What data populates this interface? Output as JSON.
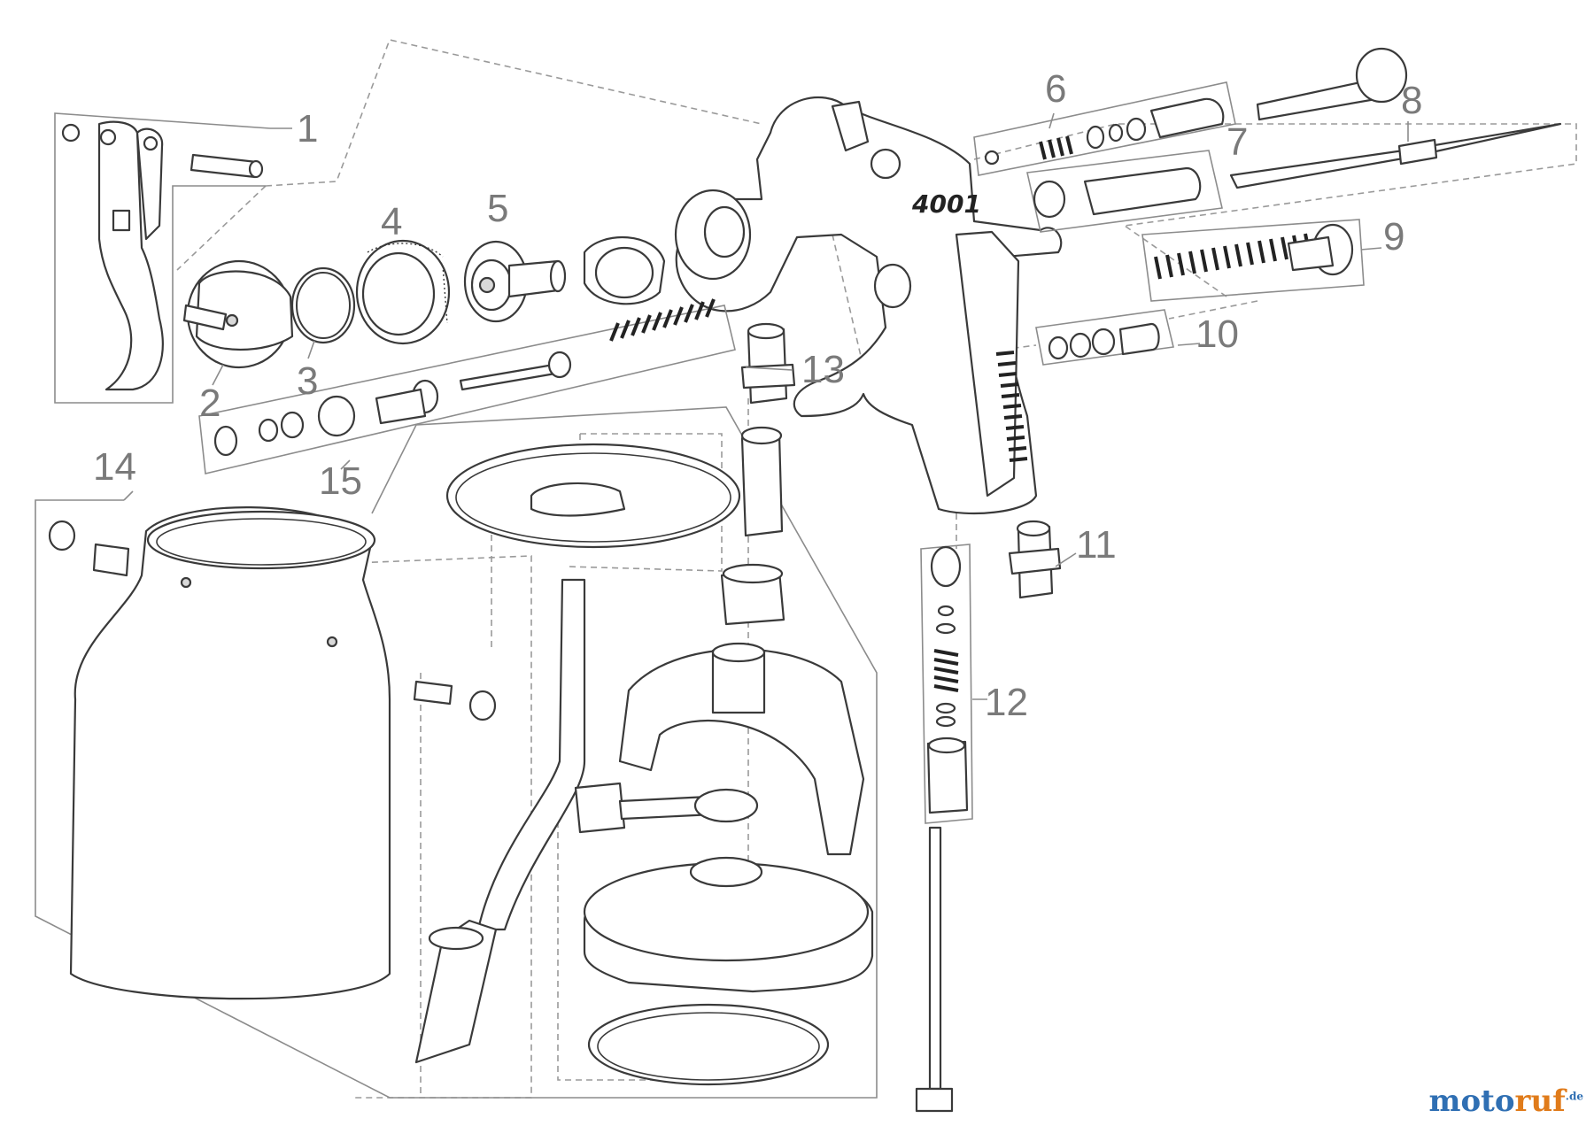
{
  "callouts": {
    "c1": "1",
    "c2": "2",
    "c3": "3",
    "c4": "4",
    "c5": "5",
    "c6": "6",
    "c7": "7",
    "c8": "8",
    "c9": "9",
    "c10": "10",
    "c11": "11",
    "c12": "12",
    "c13": "13",
    "c14": "14",
    "c15": "15"
  },
  "gun_model_label": "4001",
  "watermark": {
    "part1": "moto",
    "part2": "ruf",
    "suffix": ".de"
  },
  "colors": {
    "callout": "#7a7a7a",
    "line": "#3a3a3a",
    "brand_blue": "#2f6fb3",
    "brand_orange": "#e07b1a"
  }
}
